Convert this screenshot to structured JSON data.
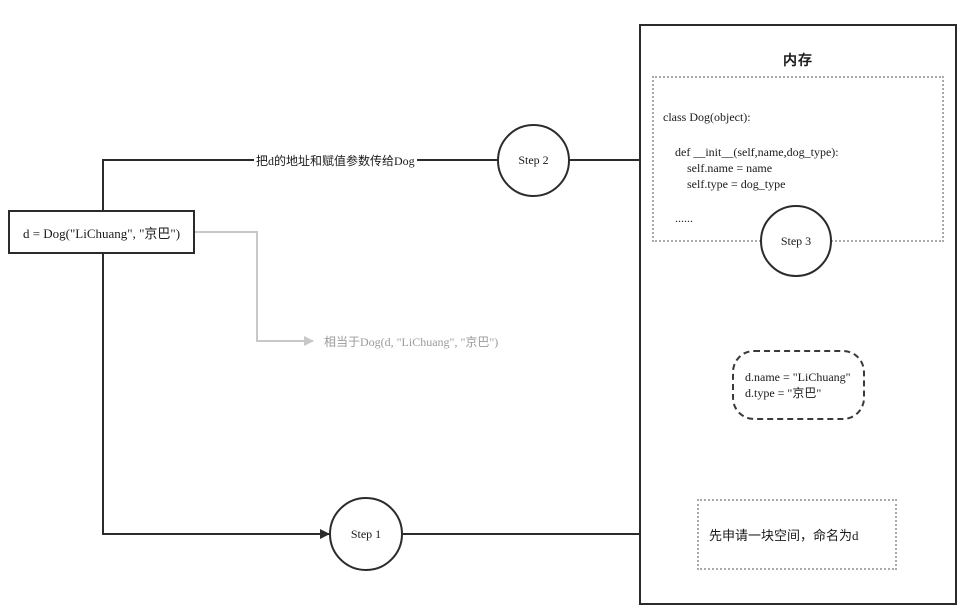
{
  "memory": {
    "title": "内存",
    "class_code": [
      "class Dog(object):",
      "def __init__(self,name,dog_type):",
      "self.name = name",
      "self.type = dog_type",
      "......"
    ]
  },
  "instance": {
    "expression": "d = Dog(\"LiChuang\", \"京巴\")"
  },
  "steps": {
    "step1": "Step 1",
    "step2": "Step 2",
    "step3": "Step 3"
  },
  "labels": {
    "pass_address": "把d的地址和赋值参数传给Dog",
    "equivalent_call": "相当于Dog(d, \"LiChuang\", \"京巴\")"
  },
  "attributes": {
    "name_line": "d.name = \"LiChuang\"",
    "type_line": "d.type = \"京巴\""
  },
  "allocation": {
    "text": "先申请一块空间，命名为d"
  },
  "colors": {
    "line": "#2b2b2b",
    "red_arrow": "#e8171b",
    "gray_arrow": "#c8c8c8",
    "dotted_border": "#a9a9a9"
  }
}
